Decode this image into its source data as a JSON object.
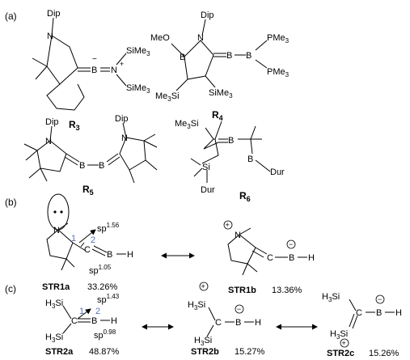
{
  "panels": {
    "a": "(a)",
    "b": "(b)",
    "c": "(c)"
  },
  "compounds": {
    "R3": {
      "label": "R",
      "sub": "3"
    },
    "R4": {
      "label": "R",
      "sub": "4"
    },
    "R5": {
      "label": "R",
      "sub": "5"
    },
    "R6": {
      "label": "R",
      "sub": "6"
    }
  },
  "atoms": {
    "dip": "Dip",
    "n": "N",
    "b": "B",
    "h": "H",
    "sime3": "SiMe",
    "me3si": "Me",
    "three": "3",
    "meo": "MeO",
    "pme3": "PMe",
    "si": "Si",
    "dur": "Dur",
    "h3si": "H",
    "c": "C",
    "minus": "−",
    "plus": "+"
  },
  "hybrid": {
    "str1a_top": {
      "base": "sp",
      "exp": "1.56"
    },
    "str1a_bot": {
      "base": "sp",
      "exp": "1.05"
    },
    "str2a_top": {
      "base": "sp",
      "exp": "1.43"
    },
    "str2a_bot": {
      "base": "sp",
      "exp": "0.98"
    },
    "n1": "1",
    "n2": "2"
  },
  "structures": {
    "STR1a": {
      "name": "STR1a",
      "weight": "33.26%"
    },
    "STR1b": {
      "name": "STR1b",
      "weight": "13.36%"
    },
    "STR2a": {
      "name": "STR2a",
      "weight": "48.87%"
    },
    "STR2b": {
      "name": "STR2b",
      "weight": "15.27%"
    },
    "STR2c": {
      "name": "STR2c",
      "weight": "15.26%"
    }
  },
  "colors": {
    "ink": "#000000",
    "highlight": "#5a6fb8"
  }
}
